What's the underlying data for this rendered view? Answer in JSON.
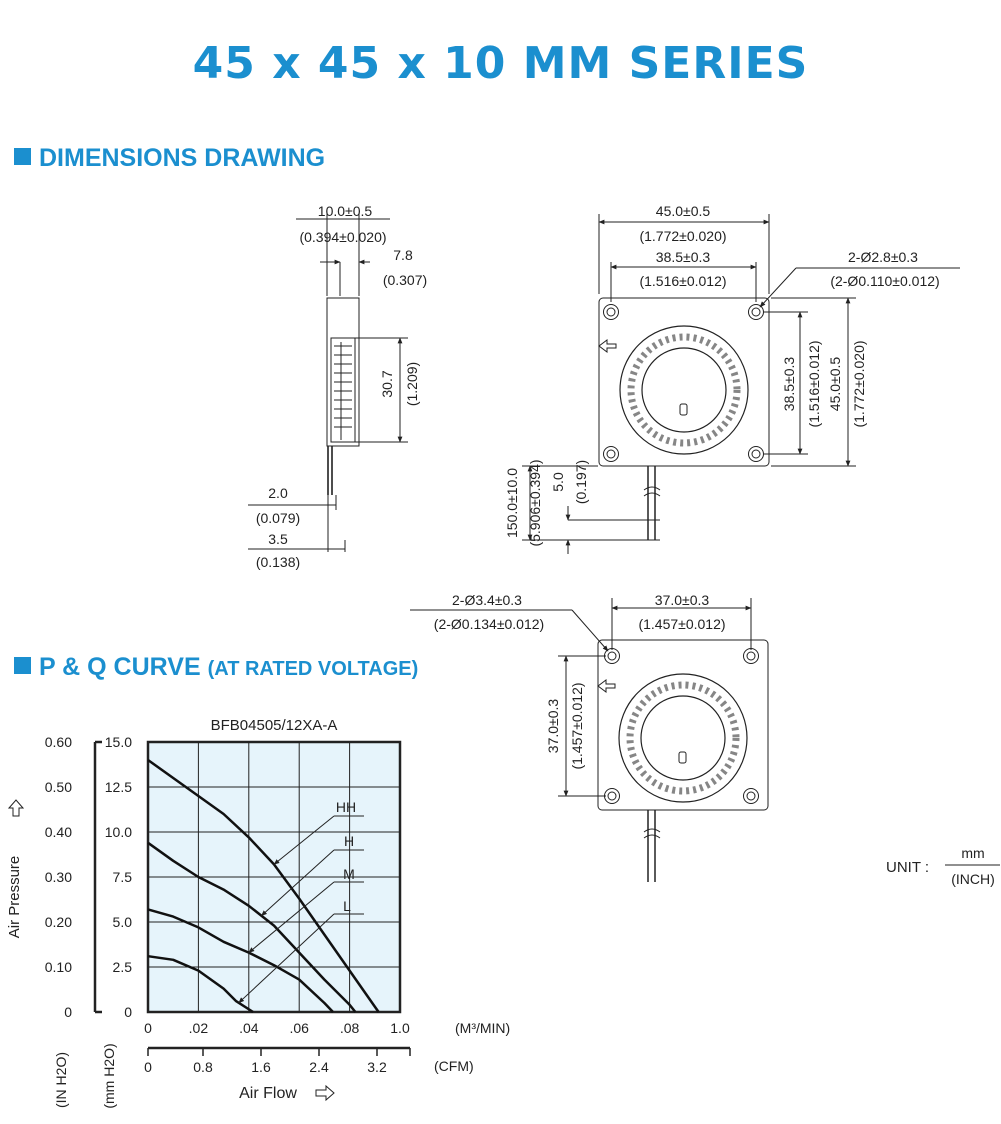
{
  "title": "45 x 45 x 10 MM SERIES",
  "sections": {
    "dimensions": "DIMENSIONS DRAWING",
    "pq": "P & Q CURVE",
    "pq_sub": "(AT RATED VOLTAGE)"
  },
  "side_view": {
    "thickness_mm": "10.0±0.5",
    "thickness_in": "(0.394±0.020)",
    "depth_mm": "7.8",
    "depth_in": "(0.307)",
    "vent_mm": "30.7",
    "vent_in": "(1.209)",
    "pin1_mm": "2.0",
    "pin1_in": "(0.079)",
    "pin2_mm": "3.5",
    "pin2_in": "(0.138)"
  },
  "front_view": {
    "width_mm": "45.0±0.5",
    "width_in": "(1.772±0.020)",
    "hole_pitch_mm": "38.5±0.3",
    "hole_pitch_in": "(1.516±0.012)",
    "hole_mm": "2-Ø2.8±0.3",
    "hole_in": "(2-Ø0.110±0.012)",
    "vpitch_mm": "38.5±0.3",
    "vpitch_in": "(1.516±0.012)",
    "height_mm": "45.0±0.5",
    "height_in": "(1.772±0.020)",
    "lead_mm": "150.0±10.0",
    "lead_in": "(5.906±0.394)",
    "strip_mm": "5.0",
    "strip_in": "(0.197)"
  },
  "rear_view": {
    "hole_mm": "2-Ø3.4±0.3",
    "hole_in": "(2-Ø0.134±0.012)",
    "pitch_mm": "37.0±0.3",
    "pitch_in": "(1.457±0.012)",
    "vpitch_mm": "37.0±0.3",
    "vpitch_in": "(1.457±0.012)"
  },
  "unit": {
    "label": "UNIT :",
    "top": "mm",
    "bottom": "(INCH)"
  },
  "chart_data": {
    "type": "line",
    "title": "BFB04505/12XA-A",
    "xlabel": "Air Flow",
    "ylabel": "Air Pressure",
    "x_unit_primary": "(M³/MIN)",
    "x_unit_secondary": "(CFM)",
    "y_unit_inh2o": "(IN H2O)",
    "y_unit_mmh2o": "(mm H2O)",
    "x_ticks_m3min": [
      "0",
      ".02",
      ".04",
      ".06",
      ".08",
      "1.0"
    ],
    "x_ticks_cfm": [
      "0",
      "0.8",
      "1.6",
      "2.4",
      "3.2"
    ],
    "y_ticks_mmh2o": [
      "0",
      "2.5",
      "5.0",
      "7.5",
      "10.0",
      "12.5",
      "15.0"
    ],
    "y_ticks_inh2o": [
      "0",
      "0.10",
      "0.20",
      "0.30",
      "0.40",
      "0.50",
      "0.60"
    ],
    "xlim": [
      0,
      0.1
    ],
    "ylim": [
      0,
      15
    ],
    "grid": true,
    "series": [
      {
        "name": "HH",
        "x": [
          0,
          0.01,
          0.02,
          0.03,
          0.04,
          0.05,
          0.06,
          0.07,
          0.08,
          0.09,
          0.0915
        ],
        "y": [
          14.0,
          13.0,
          12.0,
          11.0,
          9.7,
          8.2,
          6.3,
          4.3,
          2.3,
          0.3,
          0
        ]
      },
      {
        "name": "H",
        "x": [
          0,
          0.01,
          0.02,
          0.03,
          0.04,
          0.05,
          0.06,
          0.07,
          0.08,
          0.0823
        ],
        "y": [
          9.4,
          8.4,
          7.5,
          6.8,
          5.9,
          4.8,
          3.3,
          1.8,
          0.4,
          0
        ]
      },
      {
        "name": "M",
        "x": [
          0,
          0.01,
          0.02,
          0.03,
          0.04,
          0.05,
          0.06,
          0.07,
          0.0734
        ],
        "y": [
          5.7,
          5.3,
          4.7,
          3.9,
          3.3,
          2.6,
          1.8,
          0.5,
          0
        ]
      },
      {
        "name": "L",
        "x": [
          0,
          0.01,
          0.02,
          0.03,
          0.035,
          0.0417
        ],
        "y": [
          3.1,
          2.9,
          2.3,
          1.3,
          0.6,
          0
        ]
      }
    ]
  }
}
